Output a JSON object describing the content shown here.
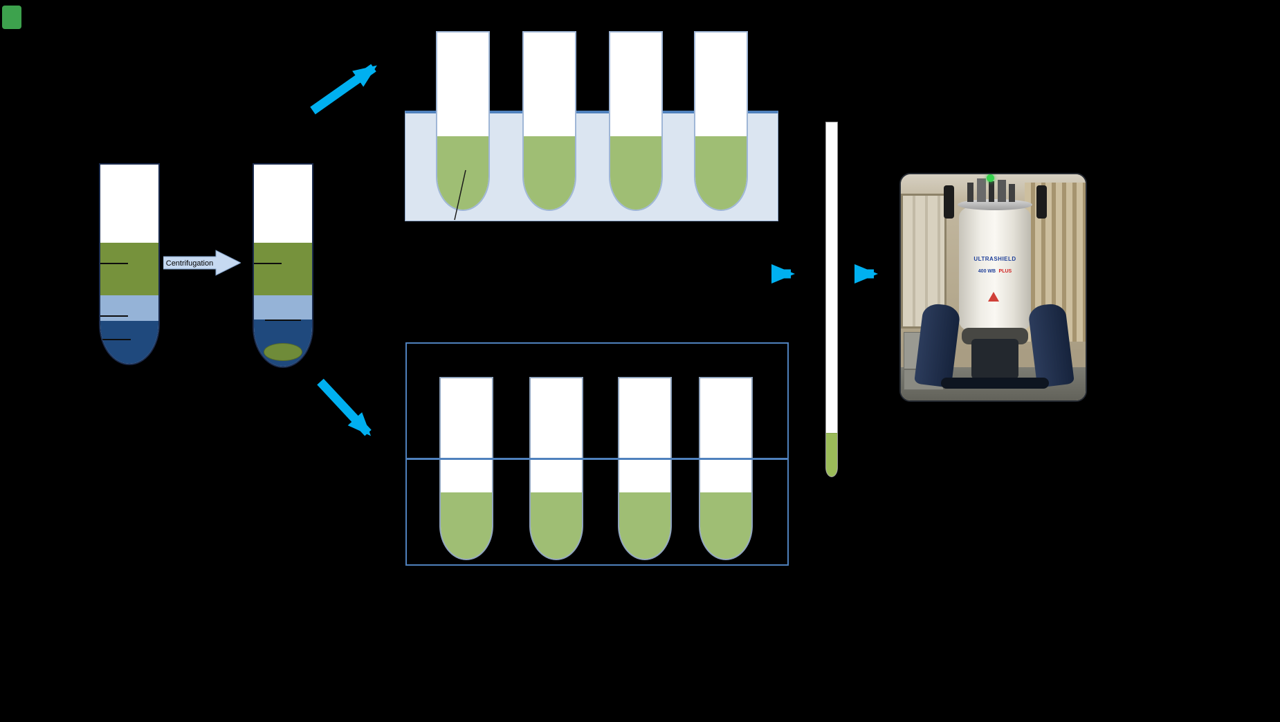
{
  "process": {
    "centrifugation_label": "Centrifugation"
  },
  "spectrometer": {
    "brand_line": "ULTRASHIELD",
    "model_number": "400 WB",
    "model_suffix": "PLUS"
  },
  "colors": {
    "background": "#000000",
    "arrow_cyan": "#00b0f0",
    "process_arrow_fill": "#c6d9f1",
    "green_layer": "#76923c",
    "light_green_liquid": "#9fbe74",
    "light_blue_layer": "#95b3d7",
    "dark_blue_layer": "#1f497d",
    "bath_fill": "#dbe5f1",
    "bath_border": "#4f81bd",
    "rack_border": "#4f81bd",
    "nmr_tube_liquid": "#9bbb59"
  },
  "diagram": {
    "initial_tube": {
      "layers": [
        "white",
        "green",
        "light-blue",
        "dark-blue"
      ],
      "tick_marks": 3
    },
    "centrifuged_tube": {
      "layers": [
        "white",
        "green",
        "light-blue",
        "dark-blue"
      ],
      "pellet": "green",
      "tick_marks": 2
    },
    "top_tube_set": {
      "count": 4,
      "container": "water-bath",
      "liquid": "light-green"
    },
    "bottom_tube_set": {
      "count": 4,
      "container": "rack",
      "liquid": "light-green"
    },
    "nmr_tube": {
      "liquid": "green"
    },
    "spectrometer_photo": {
      "subject": "NMR spectrometer magnet in laboratory room"
    }
  }
}
